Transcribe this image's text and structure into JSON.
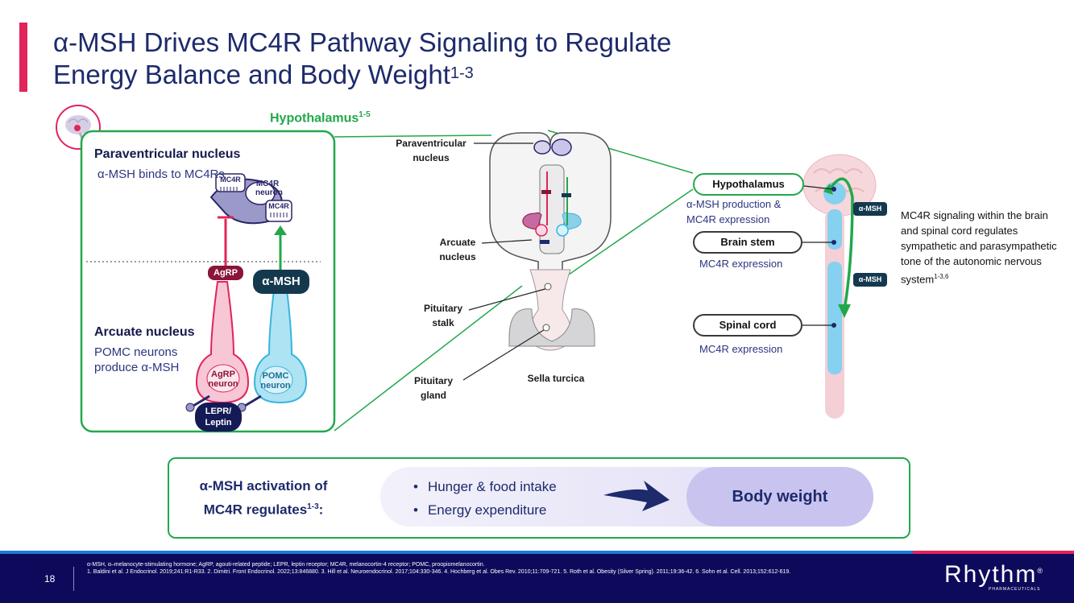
{
  "slide": {
    "title_line1": "α-MSH Drives MC4R Pathway Signaling to Regulate",
    "title_line2": "Energy Balance and Body Weight",
    "title_sup": "1-3"
  },
  "left_panel": {
    "hypothalamus_title": "Hypothalamus",
    "hypothalamus_sup": "1-5",
    "pvn_heading": "Paraventricular nucleus",
    "pvn_text": "α-MSH binds to MC4Rs",
    "arc_heading": "Arcuate nucleus",
    "arc_text": "POMC neurons produce α-MSH",
    "mc4r_neuron_label": "MC4R neuron",
    "mc4r_receptor_label": "MC4R",
    "agrp_label": "AgRP",
    "amsh_label": "α-MSH",
    "agrp_neuron_label": "AgRP neuron",
    "pomc_neuron_label": "POMC neuron",
    "lepr_label": "LEPR/ Leptin"
  },
  "middle_panel": {
    "pvn_label": "Paraventricular nucleus",
    "arcuate_label": "Arcuate nucleus",
    "stalk_label": "Pituitary stalk",
    "gland_label": "Pituitary gland",
    "sella_label": "Sella turcica"
  },
  "right_panel": {
    "hypothalamus_pill": "Hypothalamus",
    "hypothalamus_sub": "α-MSH production & MC4R expression",
    "brainstem_pill": "Brain stem",
    "brainstem_sub": "MC4R expression",
    "spinal_pill": "Spinal cord",
    "spinal_sub": "MC4R expression",
    "amsh_tag_1": "α-MSH",
    "amsh_tag_2": "α-MSH",
    "mc4r_signaling_text": "MC4R signaling within the brain and spinal cord regulates sympathetic and parasympathetic tone of the autonomic nervous system",
    "mc4r_signaling_sup": "1-3,6"
  },
  "bottom": {
    "activation_line1": "α-MSH activation of",
    "activation_line2": "MC4R regulates",
    "activation_sup": "1-3",
    "activation_colon": ":",
    "bullets": [
      "Hunger & food intake",
      "Energy expenditure"
    ],
    "result": "Body weight"
  },
  "footer": {
    "page_number": "18",
    "abbrev": "α-MSH, α–melanocyte-stimulating hormone; AgRP, agouti-related peptide; LEPR, leptin receptor; MC4R, melanocortin-4 receptor; POMC, proopiomelanocortin.",
    "refs": "1. Baldini et al. J Endocrinol. 2019;241:R1-R33. 2. Dimitri. Front Endocrinol. 2022;13:846880. 3. Hill et al. Neuroendocrinol. 2017;104:330-346. 4. Hochberg et al. Obes Rev. 2010;11:709-721. 5. Roth et al. Obesity (Silver Spring). 2011;19:36-42. 6. Sohn et al. Cell. 2013;152:612-619.",
    "logo": "Rhythm",
    "logo_mark": "®",
    "logo_sub": "PHARMACEUTICALS"
  },
  "colors": {
    "accent_red": "#e1245a",
    "green": "#22a84b",
    "navy": "#1d2a6b",
    "pomc_blue": "#7fd3ec",
    "agrp_pink": "#f2a3be"
  }
}
